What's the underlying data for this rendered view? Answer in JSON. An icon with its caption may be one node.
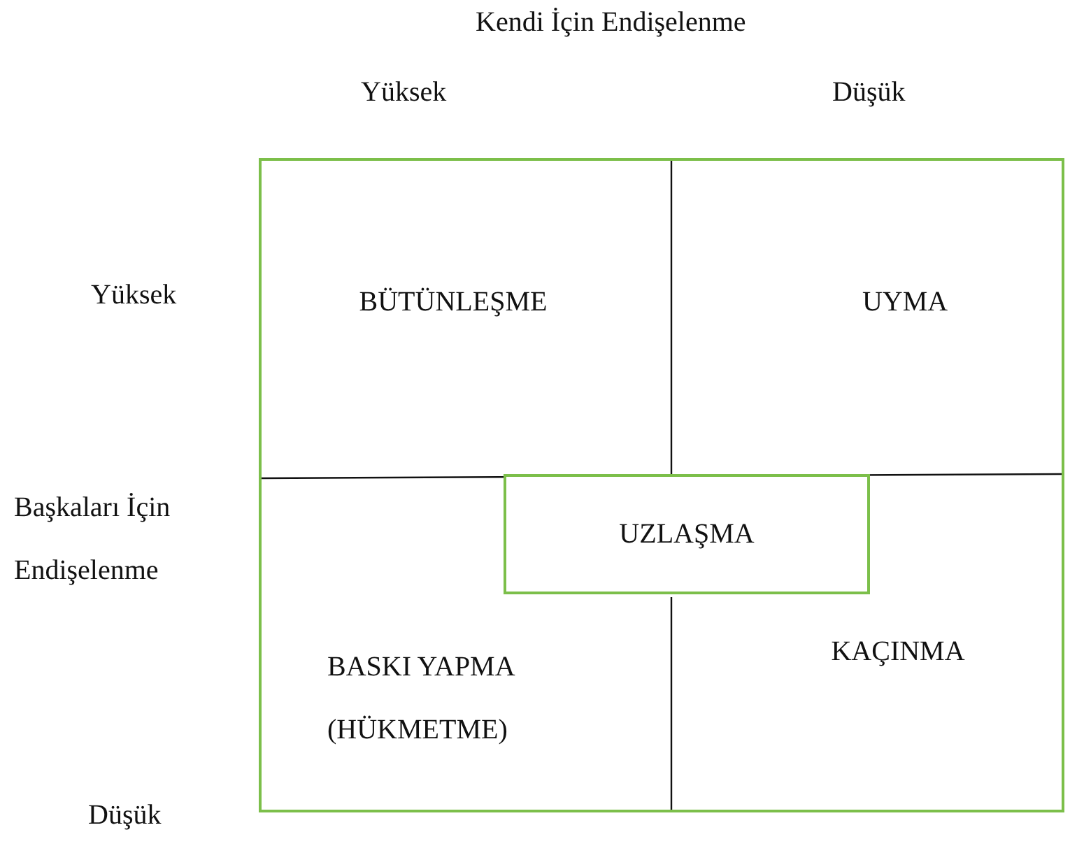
{
  "diagram": {
    "nodes": [
      {
        "text": [],
        "shape": "box"
      },
      {
        "text": [
          "BÜTÜNLEŞME"
        ],
        "in": 0
      },
      {
        "text": [
          "UYMA"
        ],
        "in": 0
      },
      {
        "text": [
          "BASKI YAPMA (HÜKMETME)"
        ],
        "in": 0
      },
      {
        "text": [
          "KAÇINMA"
        ],
        "in": 0
      },
      {
        "text": [
          "UZLAŞMA"
        ],
        "in": 0
      }
    ],
    "edges": [],
    "labels": [
      "Kendi İçin Endişelenme",
      "Yüksek",
      "Düşük",
      "Yüksek",
      "Başkaları İçin Endişelenme",
      "Düşük"
    ]
  }
}
